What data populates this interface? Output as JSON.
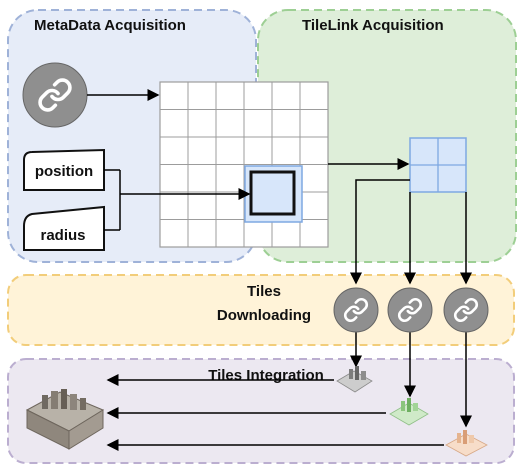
{
  "panels": {
    "metadata_title": "MetaData Acquisition",
    "tilelink_title": "TileLink Acquisition",
    "downloading_title_line1": "Tiles",
    "downloading_title_line2": "Downloading",
    "integration_title": "Tiles Integration"
  },
  "inputs": {
    "position_label": "position",
    "radius_label": "radius"
  },
  "icons": {
    "metadata_link": "link-icon",
    "download_links": [
      "link-icon",
      "link-icon",
      "link-icon"
    ]
  },
  "colors": {
    "metadata_panel": "#e6ecf8",
    "metadata_border": "#9fb2d8",
    "tilelink_panel": "#deeed9",
    "tilelink_border": "#9dcf94",
    "download_panel": "#fff3d8",
    "download_border": "#f2cd7a",
    "integration_panel": "#ece8f1",
    "integration_border": "#bbaed0",
    "icon_circle": "#8f8f8f",
    "tile_highlight": "#d7e6fa",
    "tile_highlight_border": "#7ea8e2"
  }
}
